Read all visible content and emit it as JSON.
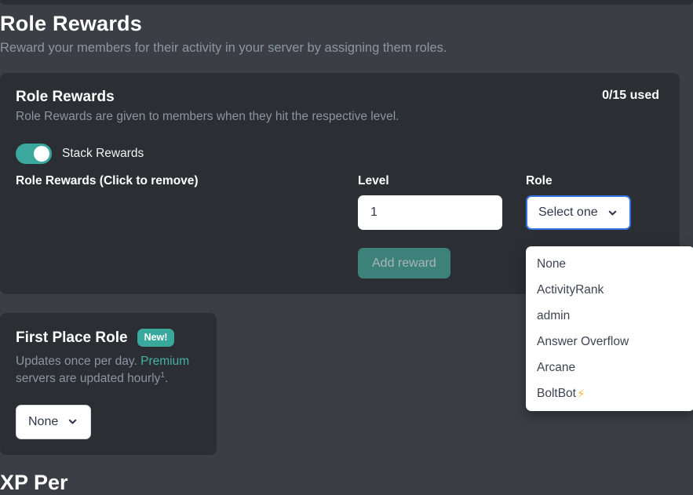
{
  "page": {
    "title": "Role Rewards",
    "subtitle": "Reward your members for their activity in your server by assigning them roles.",
    "bottom_heading": "XP Per"
  },
  "role_rewards_card": {
    "title": "Role Rewards",
    "usage": "0/15 used",
    "description": "Role Rewards are given to members when they hit the respective level.",
    "stack_toggle_label": "Stack Rewards",
    "stack_toggle_state": "on",
    "list_label": "Role Rewards (Click to remove)",
    "level_label": "Level",
    "level_value": "1",
    "role_label": "Role",
    "role_select_value": "Select one",
    "add_button_label": "Add reward"
  },
  "role_dropdown": {
    "options": [
      {
        "label": "None"
      },
      {
        "label": "ActivityRank"
      },
      {
        "label": "admin"
      },
      {
        "label": "Answer Overflow"
      },
      {
        "label": "Arcane"
      },
      {
        "label": "BoltBot",
        "emoji": "⚡"
      }
    ]
  },
  "first_place_card": {
    "title": "First Place Role",
    "badge": "New!",
    "description_part1": "Updates once per day. ",
    "premium_link": "Premium",
    "description_part2": " servers are updated hourly",
    "description_superscript": "1",
    "description_end": ".",
    "select_value": "None"
  },
  "colors": {
    "page_background": "#3b3e44",
    "card_background": "#2b2e33",
    "accent_teal": "#3aa89d",
    "muted_text": "#8c96a3",
    "focus_blue": "#3273e0",
    "dropdown_background": "#ffffff"
  }
}
